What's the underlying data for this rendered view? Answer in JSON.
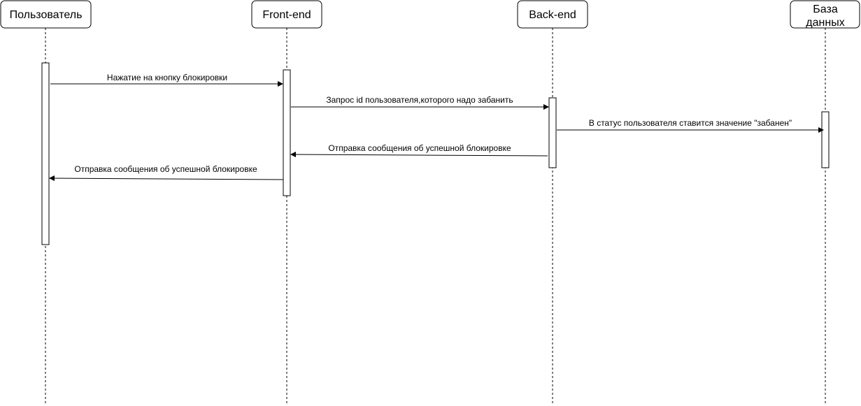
{
  "participants": [
    {
      "id": "user",
      "label": "Пользователь"
    },
    {
      "id": "frontend",
      "label": "Front-end"
    },
    {
      "id": "backend",
      "label": "Back-end"
    },
    {
      "id": "db",
      "label_lines": [
        "База",
        "данных"
      ]
    }
  ],
  "messages": [
    {
      "from": "user",
      "to": "frontend",
      "label": "Нажатие на кнопку блокировки"
    },
    {
      "from": "frontend",
      "to": "backend",
      "label": "Запрос id пользователя,которого надо забанить"
    },
    {
      "from": "backend",
      "to": "db",
      "label": "В статус пользователя  ставится значение \"забанен\""
    },
    {
      "from": "backend",
      "to": "frontend",
      "label": "Отправка сообщения об успешной блокировке"
    },
    {
      "from": "frontend",
      "to": "user",
      "label": "Отправка сообщения об успешной блокировке"
    }
  ]
}
